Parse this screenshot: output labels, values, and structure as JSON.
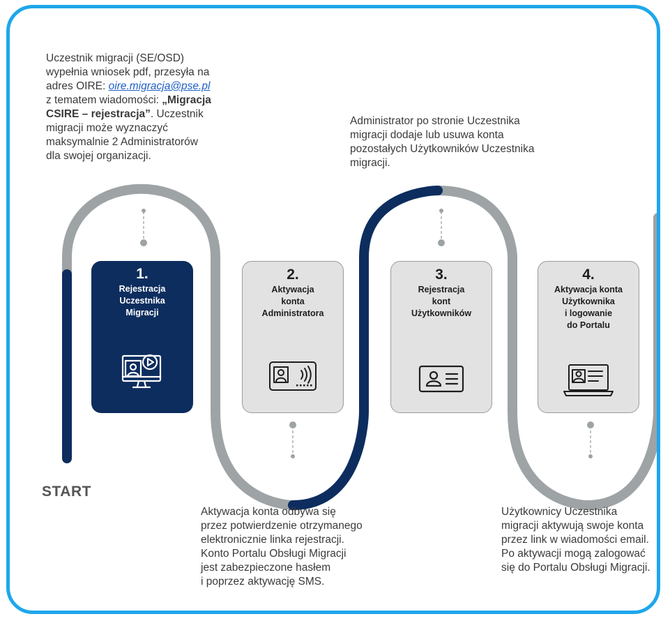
{
  "start_label": "START",
  "descriptions": {
    "step1": {
      "line1": "Uczestnik migracji (SE/OSD)",
      "line2": "wypełnia wniosek pdf, przesyła na",
      "line3_prefix": "adres OIRE: ",
      "email": "oire.migracja@pse.pl",
      "line4_prefix": "z tematem wiadomości: ",
      "subject_part1": "„Migracja",
      "subject_part2": "CSIRE – rejestracja”",
      "line5_suffix": ". Uczestnik",
      "line6": "migracji może wyznaczyć",
      "line7": "maksymalnie 2 Administratorów",
      "line8": "dla swojej organizacji."
    },
    "step2": {
      "line1": "Aktywacja konta odbywa się",
      "line2": "przez potwierdzenie otrzymanego",
      "line3": "elektronicznie linka rejestracji.",
      "line4": "Konto Portalu Obsługi Migracji",
      "line5": "jest zabezpieczone hasłem",
      "line6": "i poprzez  aktywację SMS."
    },
    "step3": {
      "line1": "Administrator po stronie Uczestnika",
      "line2": "migracji dodaje lub usuwa konta",
      "line3": "pozostałych Użytkowników Uczestnika",
      "line4": "migracji."
    },
    "step4": {
      "line1": "Użytkownicy Uczestnika",
      "line2": "migracji aktywują swoje konta",
      "line3": "przez link w wiadomości email.",
      "line4": "Po aktywacji mogą zalogować",
      "line5": "się do Portalu Obsługi Migracji."
    }
  },
  "steps": [
    {
      "number": "1.",
      "title_lines": [
        "Rejestracja",
        "Uczestnika",
        "Migracji"
      ],
      "icon": "monitor-video-user-icon",
      "state": "active"
    },
    {
      "number": "2.",
      "title_lines": [
        "Aktywacja",
        "konta",
        "Administratora"
      ],
      "icon": "id-card-contactless-icon",
      "state": "inactive"
    },
    {
      "number": "3.",
      "title_lines": [
        "Rejestracja",
        "kont",
        "Użytkowników"
      ],
      "icon": "user-card-icon",
      "state": "inactive"
    },
    {
      "number": "4.",
      "title_lines": [
        "Aktywacja konta",
        "Użytkownika",
        "i logowanie",
        "do Portalu"
      ],
      "icon": "laptop-user-card-icon",
      "state": "inactive"
    }
  ],
  "colors": {
    "frame": "#1ea7ea",
    "active_navy": "#0d2d5e",
    "track_gray": "#9ea3a6",
    "card_gray": "#e2e2e2",
    "link_blue": "#1f5fc4"
  }
}
